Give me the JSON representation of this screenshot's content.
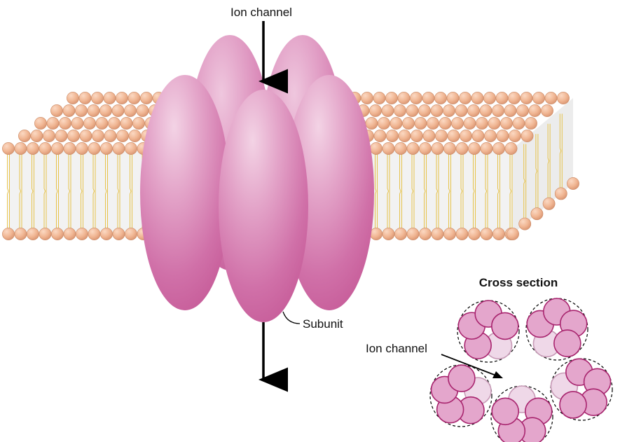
{
  "labels": {
    "ion_channel_top": "Ion channel",
    "subunit": "Subunit",
    "cross_section_title": "Cross section",
    "ion_channel_cross": "Ion channel"
  },
  "colors": {
    "subunit_light": "#eab9d6",
    "subunit_mid": "#d77bb0",
    "subunit_dark": "#b84a8a",
    "lipid_head": "#f0b592",
    "lipid_head_dark": "#c98660",
    "lipid_tail": "#e6c24a",
    "bilayer_fill": "#f1f1f1",
    "cross_subunit": "#e4a6cc",
    "cross_subunit_faded": "#efd8e8",
    "cross_outline": "#a8246e"
  },
  "cross_section": {
    "subunits_per_channel": 5,
    "channels": 5
  }
}
